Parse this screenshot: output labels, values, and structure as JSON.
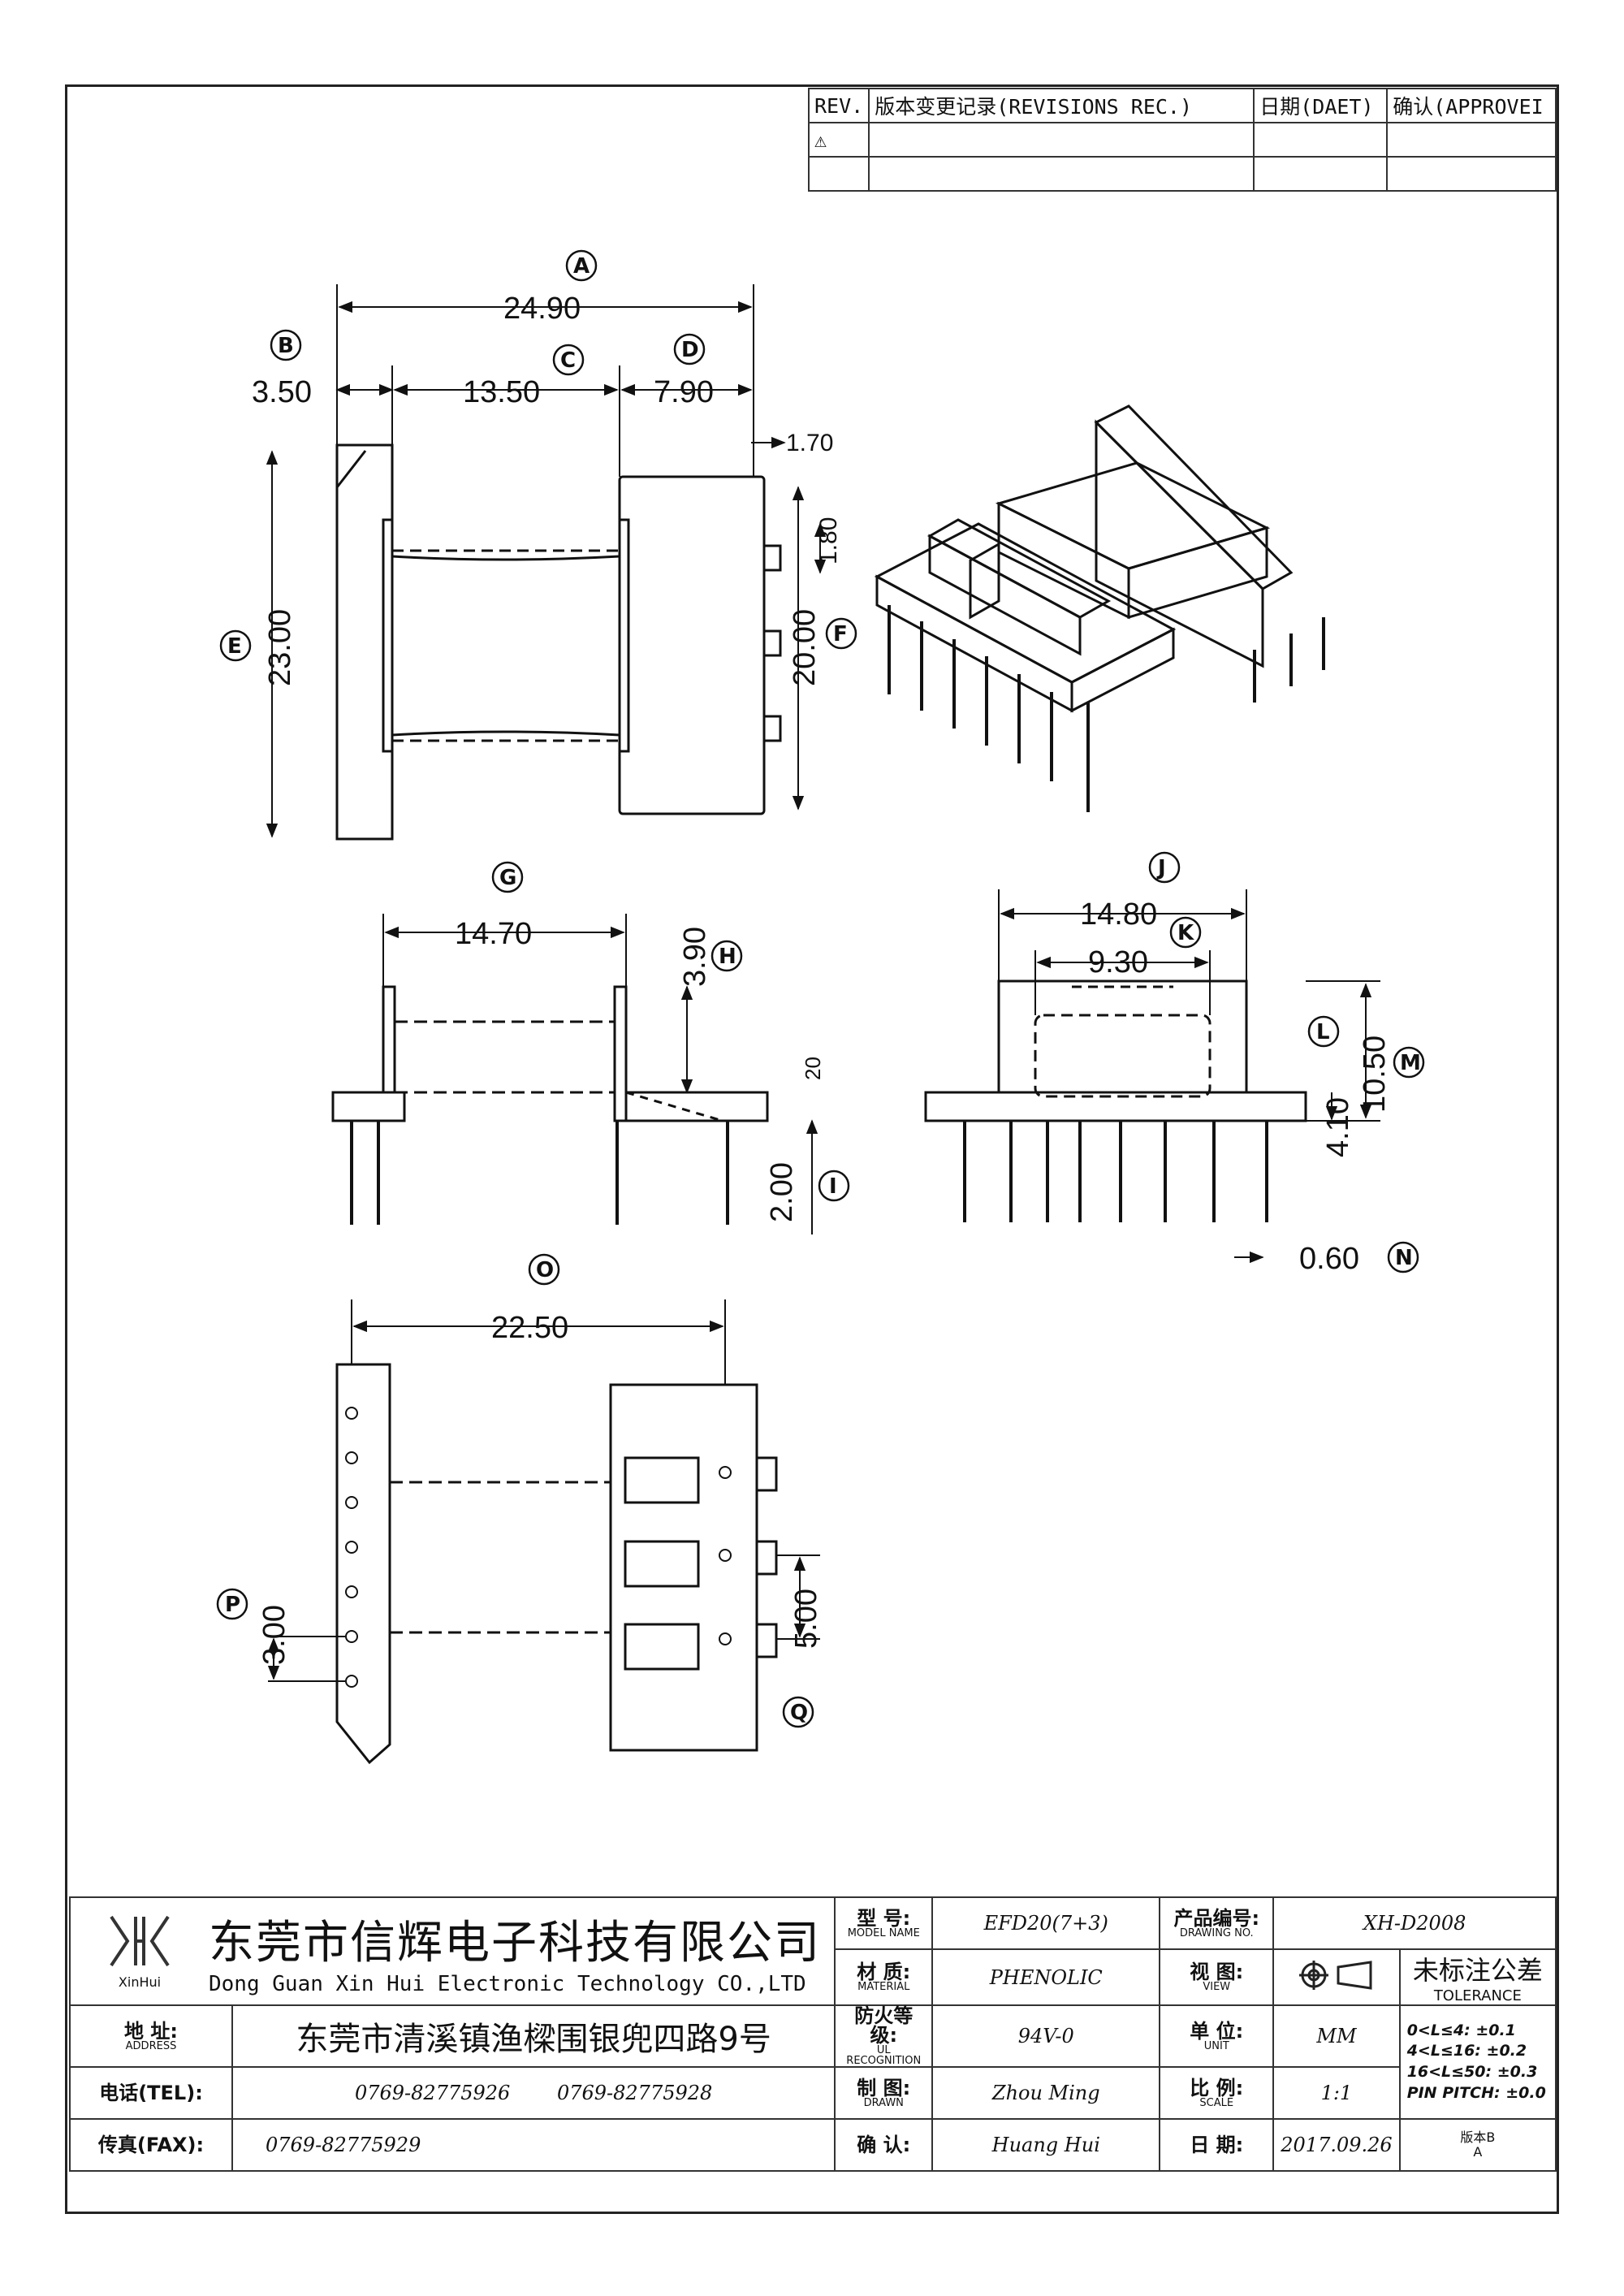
{
  "revisions": {
    "header": [
      "REV.",
      "版本变更记录(REVISIONS REC.)",
      "日期(DAET)",
      "确认(APPROVEI"
    ],
    "rows": [
      [
        "⚠",
        "",
        "",
        ""
      ],
      [
        "",
        "",
        "",
        ""
      ]
    ]
  },
  "dimensions": {
    "A": "24.90",
    "B": "3.50",
    "C": "13.50",
    "D": "7.90",
    "E": "23.00",
    "F": "20.00",
    "F_small1": "1.70",
    "F_small2": "1.80",
    "G": "14.70",
    "H": "3.90",
    "H_small": "20",
    "I": "2.00",
    "J": "14.80",
    "K": "9.30",
    "L": "4.10",
    "M": "10.50",
    "N": "0.60",
    "O": "22.50",
    "P": "3.00",
    "Q": "5.00"
  },
  "callouts": [
    "A",
    "B",
    "C",
    "D",
    "E",
    "F",
    "G",
    "H",
    "I",
    "J",
    "K",
    "L",
    "M",
    "N",
    "O",
    "P",
    "Q"
  ],
  "titleblock": {
    "logo_text": "XinHui",
    "company_cn": "东莞市信辉电子科技有限公司",
    "company_en": "Dong Guan Xin Hui Electronic Technology CO.,LTD",
    "model_label": "型  号:",
    "model_label_en": "MODEL NAME",
    "model_value": "EFD20(7+3)",
    "drawing_no_label": "产品编号:",
    "drawing_no_label_en": "DRAWING NO.",
    "drawing_no_value": "XH-D2008",
    "material_label": "材  质:",
    "material_label_en": "MATERIAL",
    "material_value": "PHENOLIC",
    "view_label": "视  图:",
    "view_label_en": "VIEW",
    "tolerance_title": "未标注公差",
    "tolerance_title_en": "TOLERANCE",
    "address_label": "地  址:",
    "address_label_en": "ADDRESS",
    "address_value": "东莞市清溪镇渔樑围银兜四路9号",
    "ul_label": "防火等级:",
    "ul_label_en": "UL RECOGNITION",
    "ul_value": "94V-0",
    "unit_label": "单  位:",
    "unit_label_en": "UNIT",
    "unit_value": "MM",
    "tolerances": [
      {
        "range": "0<L≤4:",
        "value": "±0.1"
      },
      {
        "range": "4<L≤16:",
        "value": "±0.2"
      },
      {
        "range": "16<L≤50:",
        "value": "±0.3"
      },
      {
        "range": "PIN PITCH:",
        "value": "±0.0"
      }
    ],
    "tel_label": "电话(TEL):",
    "tel_value1": "0769-82775926",
    "tel_value2": "0769-82775928",
    "drawn_label": "制  图:",
    "drawn_label_en": "DRAWN",
    "drawn_value": "Zhou Ming",
    "scale_label": "比  例:",
    "scale_label_en": "SCALE",
    "scale_value": "1:1",
    "fax_label": "传真(FAX):",
    "fax_value": "0769-82775929",
    "confirm_label": "确  认:",
    "confirm_value": "Huang Hui",
    "date_label": "日  期:",
    "date_value": "2017.09.26",
    "version_label": "版本B",
    "version_value": "A"
  }
}
